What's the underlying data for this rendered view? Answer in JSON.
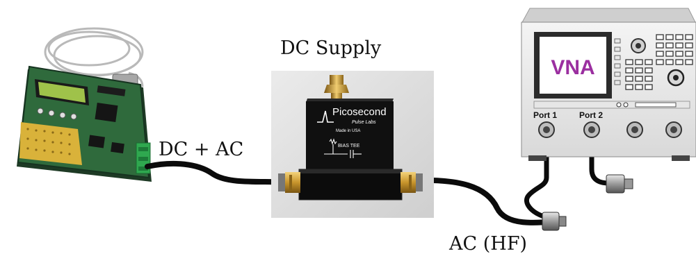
{
  "labels": {
    "dc_supply": "DC Supply",
    "dc_ac": "DC + AC",
    "ac_hf": "AC (HF)"
  },
  "bias_tee": {
    "brand": "Picosecond",
    "subbrand": "Pulse Labs",
    "made_in": "Made in USA",
    "name": "BIAS TEE"
  },
  "vna": {
    "screen_text": "VNA",
    "port1": "Port 1",
    "port2": "Port 2"
  },
  "colors": {
    "cable": "#0b0b0b",
    "vna_text": "#9b2fa0",
    "pcb": "#2f6a3c",
    "terminal_block": "#2fa84f",
    "sma_gold": "#c8952c"
  }
}
